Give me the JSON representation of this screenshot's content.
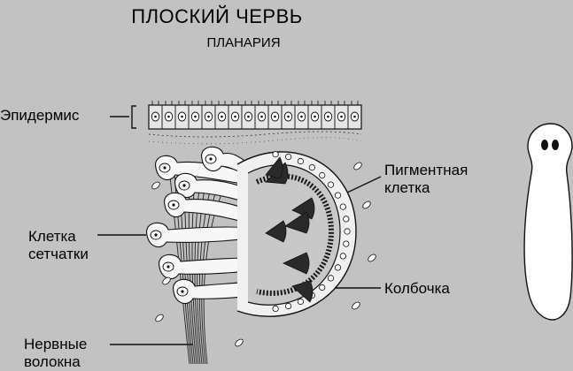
{
  "title": "ПЛОСКИЙ ЧЕРВЬ",
  "subtitle": "ПЛАНАРИЯ",
  "labels": {
    "epidermis": "Эпидермис",
    "pigment_cell_1": "Пигментная",
    "pigment_cell_2": "клетка",
    "retina_cell_1": "Клетка",
    "retina_cell_2": "сетчатки",
    "rhabdomere": "Колбочка",
    "nerve_fibers_1": "Нервные",
    "nerve_fibers_2": "волокна"
  },
  "colors": {
    "background": "#c2c2c2",
    "ink": "#111111",
    "cell_fill": "#ffffff",
    "pigment": "#1a1a1a"
  }
}
